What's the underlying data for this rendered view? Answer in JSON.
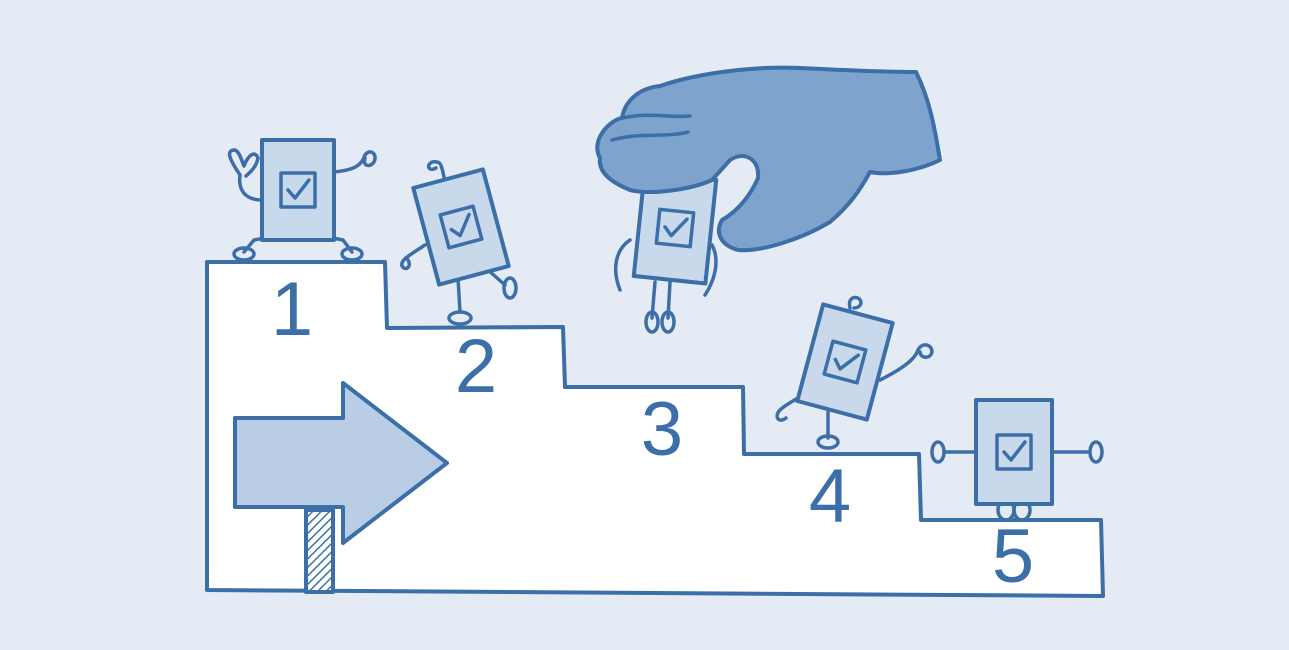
{
  "steps": [
    {
      "label": "1"
    },
    {
      "label": "2"
    },
    {
      "label": "3"
    },
    {
      "label": "4"
    },
    {
      "label": "5"
    }
  ],
  "colors": {
    "background": "#e4ebf4",
    "line": "#3c6ea8",
    "fill_light": "#b9cde6",
    "fill_card": "#c9d9ec",
    "hand": "#7ea3cc",
    "stairs": "#ffffff"
  },
  "icons": [
    "checkbox-check-icon",
    "arrow-right-icon",
    "hand-icon"
  ]
}
